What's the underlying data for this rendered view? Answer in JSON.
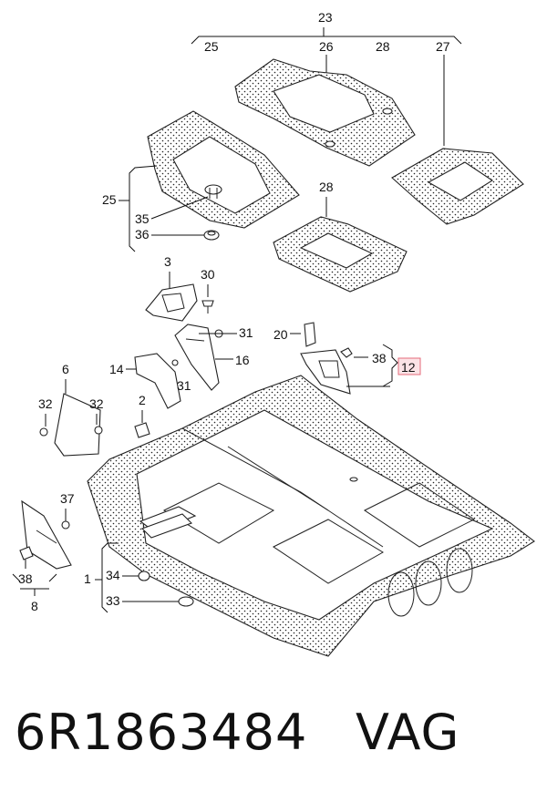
{
  "callouts": {
    "c23": "23",
    "c25a": "25",
    "c26": "26",
    "c28a": "28",
    "c27": "27",
    "c25b": "25",
    "c35": "35",
    "c36": "36",
    "c28b": "28",
    "c3": "3",
    "c30": "30",
    "c31a": "31",
    "c20": "20",
    "c38a": "38",
    "c12": "12",
    "c14": "14",
    "c16": "16",
    "c31b": "31",
    "c6": "6",
    "c2": "2",
    "c32a": "32",
    "c32b": "32",
    "c37": "37",
    "c38b": "38",
    "c8": "8",
    "c1": "1",
    "c34": "34",
    "c33": "33"
  },
  "highlight": {
    "callout": "12",
    "color": "#e56b7b",
    "fill": "#fbe3e6"
  },
  "footer": {
    "part_number": "6R1863484",
    "brand": "VAG"
  }
}
